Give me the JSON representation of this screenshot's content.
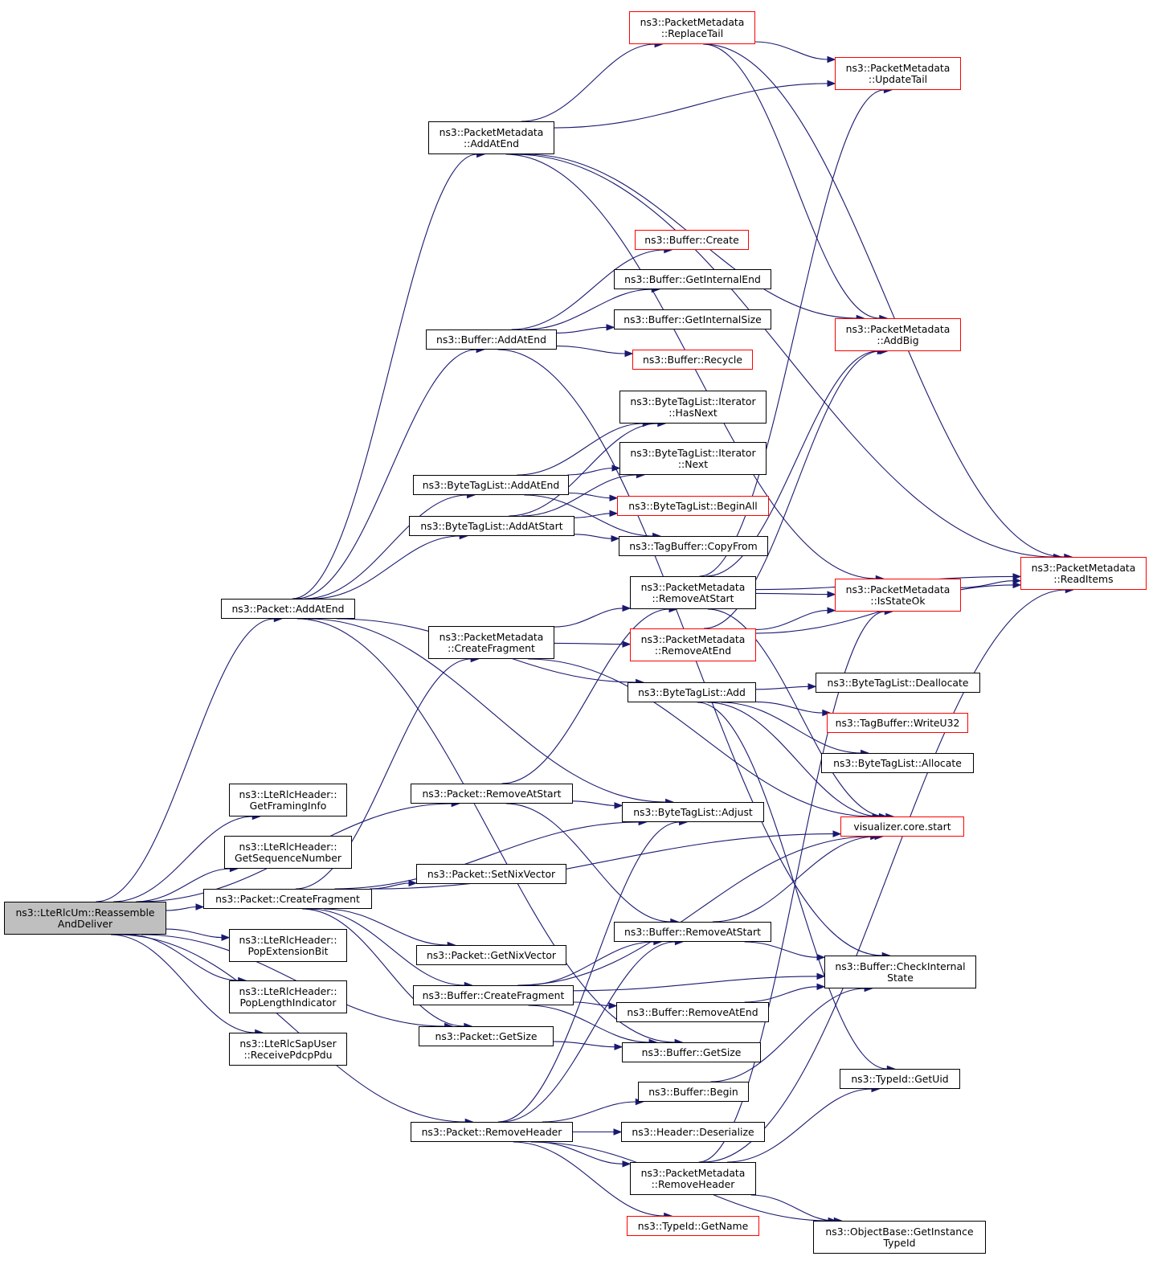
{
  "colors": {
    "edge": "#191970",
    "node_border": "#000000",
    "node_border_partial": "#ff0000",
    "root_fill": "#bfbfbf",
    "background": "#ffffff"
  },
  "nodes": {
    "n00": {
      "label": "ns3::LteRlcUm::Reassemble\nAndDeliver",
      "style": "root"
    },
    "n01": {
      "label": "ns3::Packet::AddAtEnd",
      "style": "normal"
    },
    "n02": {
      "label": "ns3::LteRlcHeader::\nGetFramingInfo",
      "style": "normal"
    },
    "n03": {
      "label": "ns3::LteRlcHeader::\nGetSequenceNumber",
      "style": "normal"
    },
    "n04": {
      "label": "ns3::Packet::CreateFragment",
      "style": "normal"
    },
    "n05": {
      "label": "ns3::LteRlcHeader::\nPopExtensionBit",
      "style": "normal"
    },
    "n06": {
      "label": "ns3::LteRlcHeader::\nPopLengthIndicator",
      "style": "normal"
    },
    "n07": {
      "label": "ns3::LteRlcSapUser\n::ReceivePdcpPdu",
      "style": "normal"
    },
    "n08": {
      "label": "ns3::PacketMetadata\n::AddAtEnd",
      "style": "normal"
    },
    "n09": {
      "label": "ns3::Buffer::AddAtEnd",
      "style": "normal"
    },
    "n10": {
      "label": "ns3::ByteTagList::AddAtEnd",
      "style": "normal"
    },
    "n11": {
      "label": "ns3::ByteTagList::AddAtStart",
      "style": "normal"
    },
    "n12": {
      "label": "ns3::PacketMetadata\n::CreateFragment",
      "style": "normal"
    },
    "n13": {
      "label": "ns3::Packet::RemoveAtStart",
      "style": "normal"
    },
    "n14": {
      "label": "ns3::Packet::SetNixVector",
      "style": "normal"
    },
    "n15": {
      "label": "ns3::Packet::GetNixVector",
      "style": "normal"
    },
    "n16": {
      "label": "ns3::Buffer::CreateFragment",
      "style": "normal"
    },
    "n17": {
      "label": "ns3::Packet::GetSize",
      "style": "normal"
    },
    "n18": {
      "label": "ns3::Packet::RemoveHeader",
      "style": "normal"
    },
    "n19": {
      "label": "ns3::PacketMetadata\n::ReplaceTail",
      "style": "partial"
    },
    "n20": {
      "label": "ns3::Buffer::Create",
      "style": "partial"
    },
    "n21": {
      "label": "ns3::Buffer::GetInternalEnd",
      "style": "normal"
    },
    "n22": {
      "label": "ns3::Buffer::GetInternalSize",
      "style": "normal"
    },
    "n23": {
      "label": "ns3::Buffer::Recycle",
      "style": "partial"
    },
    "n24": {
      "label": "ns3::ByteTagList::Iterator\n::HasNext",
      "style": "normal"
    },
    "n25": {
      "label": "ns3::ByteTagList::Iterator\n::Next",
      "style": "normal"
    },
    "n26": {
      "label": "ns3::ByteTagList::BeginAll",
      "style": "partial"
    },
    "n27": {
      "label": "ns3::TagBuffer::CopyFrom",
      "style": "normal"
    },
    "n28": {
      "label": "ns3::PacketMetadata\n::RemoveAtStart",
      "style": "normal"
    },
    "n29": {
      "label": "ns3::PacketMetadata\n::RemoveAtEnd",
      "style": "partial"
    },
    "n30": {
      "label": "ns3::ByteTagList::Add",
      "style": "normal"
    },
    "n31": {
      "label": "ns3::ByteTagList::Adjust",
      "style": "normal"
    },
    "n32": {
      "label": "ns3::Buffer::RemoveAtStart",
      "style": "normal"
    },
    "n33": {
      "label": "ns3::Buffer::RemoveAtEnd",
      "style": "normal"
    },
    "n34": {
      "label": "ns3::Buffer::GetSize",
      "style": "normal"
    },
    "n35": {
      "label": "ns3::Buffer::Begin",
      "style": "normal"
    },
    "n36": {
      "label": "ns3::Header::Deserialize",
      "style": "normal"
    },
    "n37": {
      "label": "ns3::PacketMetadata\n::RemoveHeader",
      "style": "normal"
    },
    "n38": {
      "label": "ns3::TypeId::GetName",
      "style": "partial"
    },
    "n39": {
      "label": "ns3::PacketMetadata\n::UpdateTail",
      "style": "partial"
    },
    "n40": {
      "label": "ns3::PacketMetadata\n::AddBig",
      "style": "partial"
    },
    "n41": {
      "label": "ns3::PacketMetadata\n::IsStateOk",
      "style": "partial"
    },
    "n42": {
      "label": "ns3::ByteTagList::Deallocate",
      "style": "normal"
    },
    "n43": {
      "label": "ns3::TagBuffer::WriteU32",
      "style": "partial"
    },
    "n44": {
      "label": "ns3::ByteTagList::Allocate",
      "style": "normal"
    },
    "n45": {
      "label": "visualizer.core.start",
      "style": "partial"
    },
    "n46": {
      "label": "ns3::Buffer::CheckInternal\nState",
      "style": "normal"
    },
    "n47": {
      "label": "ns3::TypeId::GetUid",
      "style": "normal"
    },
    "n48": {
      "label": "ns3::ObjectBase::GetInstance\nTypeId",
      "style": "normal"
    },
    "n49": {
      "label": "ns3::PacketMetadata\n::ReadItems",
      "style": "partial"
    }
  },
  "edges": [
    [
      "n00",
      "n01"
    ],
    [
      "n00",
      "n02"
    ],
    [
      "n00",
      "n03"
    ],
    [
      "n00",
      "n04"
    ],
    [
      "n00",
      "n05"
    ],
    [
      "n00",
      "n06"
    ],
    [
      "n00",
      "n07"
    ],
    [
      "n00",
      "n13"
    ],
    [
      "n00",
      "n17"
    ],
    [
      "n00",
      "n18"
    ],
    [
      "n01",
      "n08"
    ],
    [
      "n01",
      "n09"
    ],
    [
      "n01",
      "n10"
    ],
    [
      "n01",
      "n11"
    ],
    [
      "n01",
      "n30"
    ],
    [
      "n01",
      "n31"
    ],
    [
      "n01",
      "n34"
    ],
    [
      "n04",
      "n12"
    ],
    [
      "n04",
      "n14"
    ],
    [
      "n04",
      "n15"
    ],
    [
      "n04",
      "n16"
    ],
    [
      "n04",
      "n17"
    ],
    [
      "n04",
      "n45"
    ],
    [
      "n04",
      "n31"
    ],
    [
      "n08",
      "n19"
    ],
    [
      "n08",
      "n39"
    ],
    [
      "n08",
      "n49"
    ],
    [
      "n08",
      "n40"
    ],
    [
      "n08",
      "n41"
    ],
    [
      "n19",
      "n39"
    ],
    [
      "n19",
      "n49"
    ],
    [
      "n19",
      "n40"
    ],
    [
      "n09",
      "n20"
    ],
    [
      "n09",
      "n21"
    ],
    [
      "n09",
      "n22"
    ],
    [
      "n09",
      "n23"
    ],
    [
      "n09",
      "n46"
    ],
    [
      "n10",
      "n24"
    ],
    [
      "n10",
      "n25"
    ],
    [
      "n10",
      "n26"
    ],
    [
      "n10",
      "n27"
    ],
    [
      "n11",
      "n24"
    ],
    [
      "n11",
      "n25"
    ],
    [
      "n11",
      "n26"
    ],
    [
      "n11",
      "n27"
    ],
    [
      "n12",
      "n28"
    ],
    [
      "n12",
      "n29"
    ],
    [
      "n12",
      "n45"
    ],
    [
      "n28",
      "n39"
    ],
    [
      "n28",
      "n40"
    ],
    [
      "n28",
      "n41"
    ],
    [
      "n28",
      "n49"
    ],
    [
      "n28",
      "n45"
    ],
    [
      "n29",
      "n40"
    ],
    [
      "n29",
      "n41"
    ],
    [
      "n29",
      "n49"
    ],
    [
      "n41",
      "n49"
    ],
    [
      "n30",
      "n42"
    ],
    [
      "n30",
      "n43"
    ],
    [
      "n30",
      "n44"
    ],
    [
      "n30",
      "n45"
    ],
    [
      "n30",
      "n47"
    ],
    [
      "n13",
      "n31"
    ],
    [
      "n13",
      "n28"
    ],
    [
      "n13",
      "n32"
    ],
    [
      "n16",
      "n32"
    ],
    [
      "n16",
      "n33"
    ],
    [
      "n16",
      "n34"
    ],
    [
      "n16",
      "n46"
    ],
    [
      "n16",
      "n45"
    ],
    [
      "n32",
      "n46"
    ],
    [
      "n32",
      "n45"
    ],
    [
      "n33",
      "n46"
    ],
    [
      "n17",
      "n34"
    ],
    [
      "n18",
      "n35"
    ],
    [
      "n18",
      "n36"
    ],
    [
      "n18",
      "n37"
    ],
    [
      "n18",
      "n38"
    ],
    [
      "n18",
      "n48"
    ],
    [
      "n18",
      "n32"
    ],
    [
      "n18",
      "n31"
    ],
    [
      "n35",
      "n46"
    ],
    [
      "n37",
      "n47"
    ],
    [
      "n37",
      "n48"
    ],
    [
      "n37",
      "n49"
    ],
    [
      "n37",
      "n41"
    ]
  ]
}
